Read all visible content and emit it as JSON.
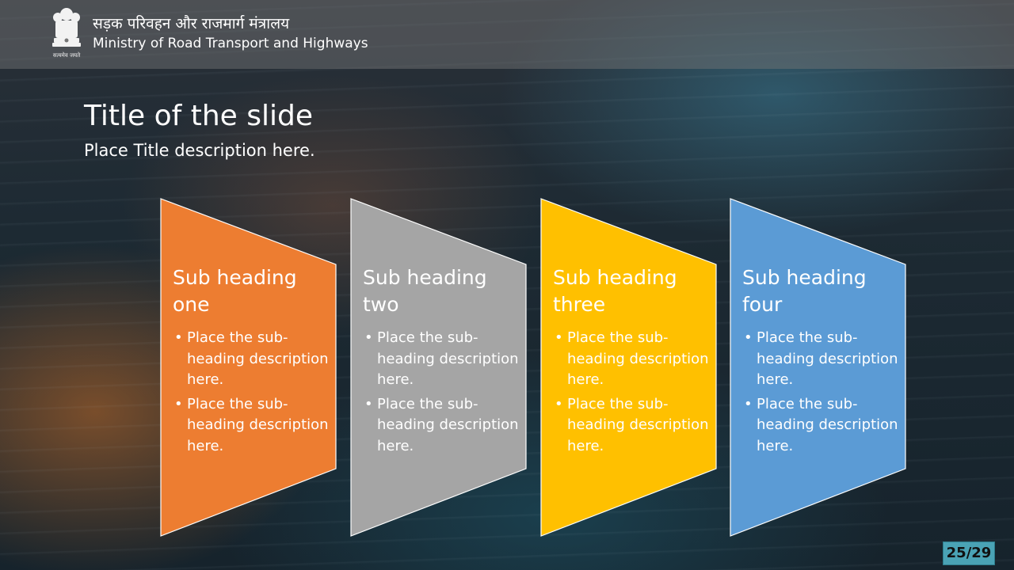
{
  "header": {
    "hindi_name": "सड़क परिवहन और राजमार्ग मंत्रालय",
    "english_name": "Ministry of Road Transport and Highways",
    "emblem_caption": "सत्यमेव जयते"
  },
  "slide": {
    "title": "Title of the slide",
    "description": "Place Title description here."
  },
  "cards": [
    {
      "heading": "Sub heading one",
      "color": "#ED7D31",
      "bullets": [
        "Place the sub-heading description here.",
        "Place the sub-heading description here."
      ]
    },
    {
      "heading": "Sub heading two",
      "color": "#A5A5A5",
      "bullets": [
        "Place the sub-heading description here.",
        "Place the sub-heading description here."
      ]
    },
    {
      "heading": "Sub heading three",
      "color": "#FFC000",
      "bullets": [
        "Place the sub-heading description here.",
        "Place the sub-heading description here."
      ]
    },
    {
      "heading": "Sub heading four",
      "color": "#5B9BD5",
      "bullets": [
        "Place the sub-heading description here.",
        "Place the sub-heading description here."
      ]
    }
  ],
  "footer": {
    "page_number": "25/29"
  }
}
